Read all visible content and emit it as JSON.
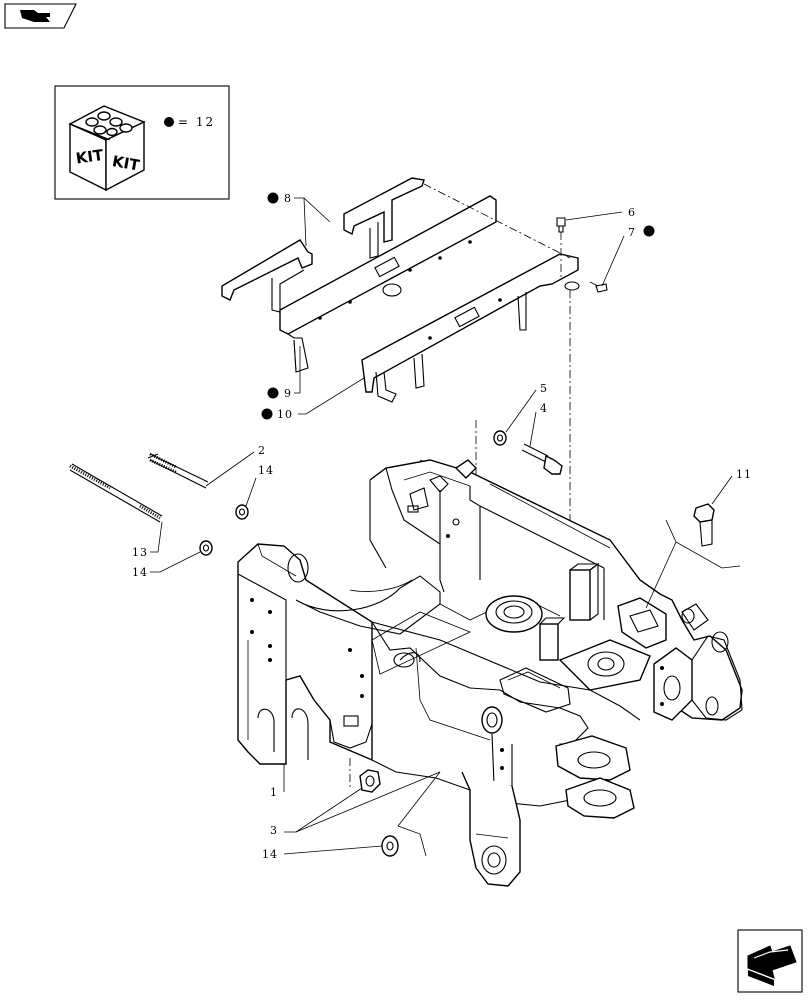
{
  "kit_box": {
    "label_left": "KIT",
    "label_right": "KIT",
    "equals_text": "= 12"
  },
  "callouts": {
    "c1": "1",
    "c2": "2",
    "c3": "3",
    "c4": "4",
    "c5": "5",
    "c6": "6",
    "c7": "7",
    "c8": "8",
    "c9": "9",
    "c10": "10",
    "c11": "11",
    "c13": "13",
    "c14a": "14",
    "c14b": "14",
    "c14c": "14"
  },
  "kit_marked_items": [
    "7",
    "8",
    "9",
    "10"
  ],
  "icons": {
    "top_left": "book-arrow-tab-icon",
    "bottom_right": "next-page-arrow-icon"
  }
}
